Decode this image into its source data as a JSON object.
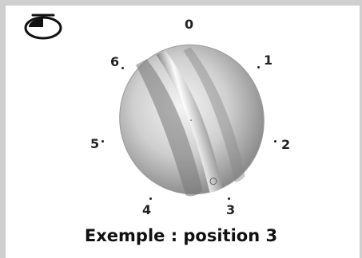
{
  "icons": {
    "hob_zone": "front-left-hob-zone-icon"
  },
  "positions": {
    "p0": "0",
    "p1": "1",
    "p2": "2",
    "p3": "3",
    "p4": "4",
    "p5": "5",
    "p6": "6"
  },
  "caption": "Exemple : position 3",
  "colors": {
    "border": "#cfcfcf",
    "knob_light": "#eeeeee",
    "knob_dark": "#8a8a8a",
    "text": "#111111"
  }
}
